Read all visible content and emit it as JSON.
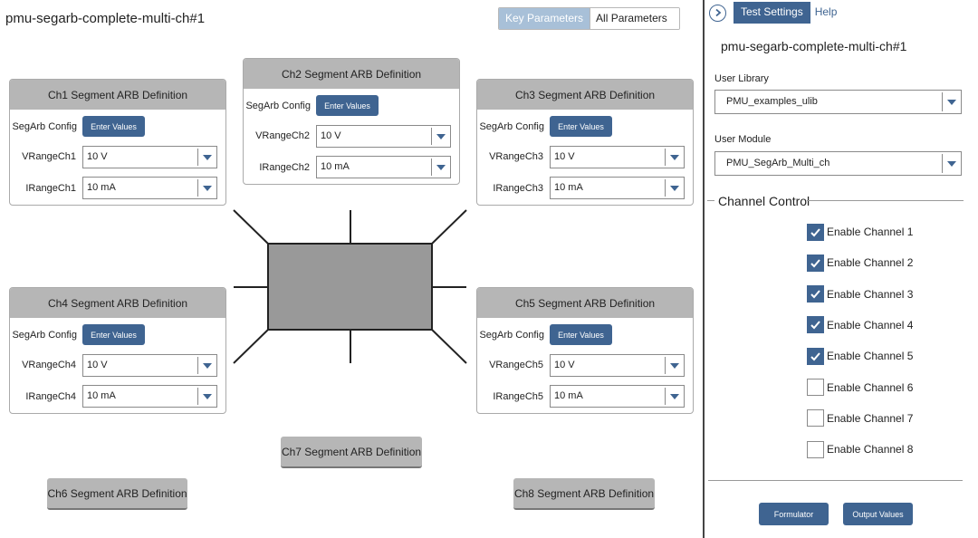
{
  "page": {
    "title": "pmu-segarb-complete-multi-ch#1"
  },
  "view_toggle": {
    "key_parameters": "Key Parameters",
    "all_parameters": "All Parameters",
    "active": "Key Parameters"
  },
  "panels": {
    "ch1": {
      "title": "Ch1 Segment ARB Definition",
      "segarb_label": "SegArb Config",
      "enter_values": "Enter Values",
      "vrange_label": "VRangeCh1",
      "vrange_value": "10 V",
      "irange_label": "IRangeCh1",
      "irange_value": "10 mA"
    },
    "ch2": {
      "title": "Ch2 Segment ARB Definition",
      "segarb_label": "SegArb Config",
      "enter_values": "Enter Values",
      "vrange_label": "VRangeCh2",
      "vrange_value": "10 V",
      "irange_label": "IRangeCh2",
      "irange_value": "10 mA"
    },
    "ch3": {
      "title": "Ch3 Segment ARB Definition",
      "segarb_label": "SegArb Config",
      "enter_values": "Enter Values",
      "vrange_label": "VRangeCh3",
      "vrange_value": "10 V",
      "irange_label": "IRangeCh3",
      "irange_value": "10 mA"
    },
    "ch4": {
      "title": "Ch4 Segment ARB Definition",
      "segarb_label": "SegArb Config",
      "enter_values": "Enter Values",
      "vrange_label": "VRangeCh4",
      "vrange_value": "10 V",
      "irange_label": "IRangeCh4",
      "irange_value": "10 mA"
    },
    "ch5": {
      "title": "Ch5 Segment ARB Definition",
      "segarb_label": "SegArb Config",
      "enter_values": "Enter Values",
      "vrange_label": "VRangeCh5",
      "vrange_value": "10 V",
      "irange_label": "IRangeCh5",
      "irange_value": "10 mA"
    },
    "ch6": {
      "title": "Ch6 Segment ARB Definition"
    },
    "ch7": {
      "title": "Ch7 Segment ARB Definition"
    },
    "ch8": {
      "title": "Ch8 Segment ARB Definition"
    }
  },
  "sidebar": {
    "tabs": {
      "test_settings": "Test Settings",
      "help": "Help"
    },
    "collapse_icon": "chevron-right-circle-icon",
    "title": "pmu-segarb-complete-multi-ch#1",
    "user_library_label": "User Library",
    "user_library_value": "PMU_examples_ulib",
    "user_module_label": "User Module",
    "user_module_value": "PMU_SegArb_Multi_ch",
    "channel_control_title": "Channel Control",
    "channels": [
      {
        "label": "Enable Channel 1",
        "checked": true
      },
      {
        "label": "Enable Channel 2",
        "checked": true
      },
      {
        "label": "Enable Channel 3",
        "checked": true
      },
      {
        "label": "Enable Channel 4",
        "checked": true
      },
      {
        "label": "Enable Channel 5",
        "checked": true
      },
      {
        "label": "Enable Channel 6",
        "checked": false
      },
      {
        "label": "Enable Channel 7",
        "checked": false
      },
      {
        "label": "Enable Channel 8",
        "checked": false
      }
    ],
    "formulator": "Formulator",
    "output_values": "Output Values"
  },
  "colors": {
    "accent": "#3f6491",
    "panel_header": "#b6b6b6",
    "device_fill": "#999999",
    "toggle_active": "#a8c0d8"
  }
}
